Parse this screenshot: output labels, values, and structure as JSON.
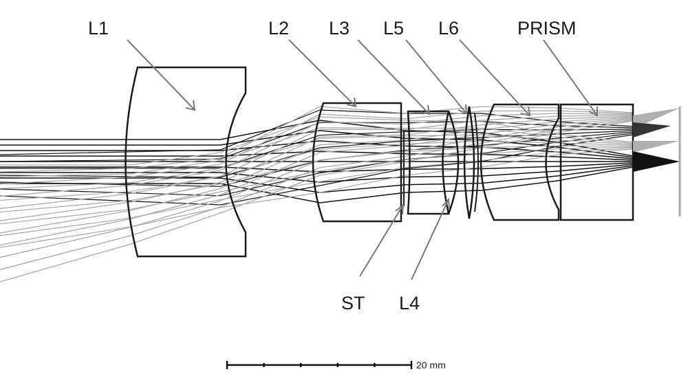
{
  "labels": {
    "l1": "L1",
    "l2": "L2",
    "l3": "L3",
    "l5": "L5",
    "l6": "L6",
    "prism": "PRISM",
    "st": "ST",
    "l4": "L4"
  },
  "scale_bar": {
    "label": "20 mm",
    "divisions": 5
  },
  "colors": {
    "outline": "#1a1a1a",
    "ray_dark": "#111111",
    "ray_light": "#a8a8a8",
    "arrow": "#777777"
  }
}
